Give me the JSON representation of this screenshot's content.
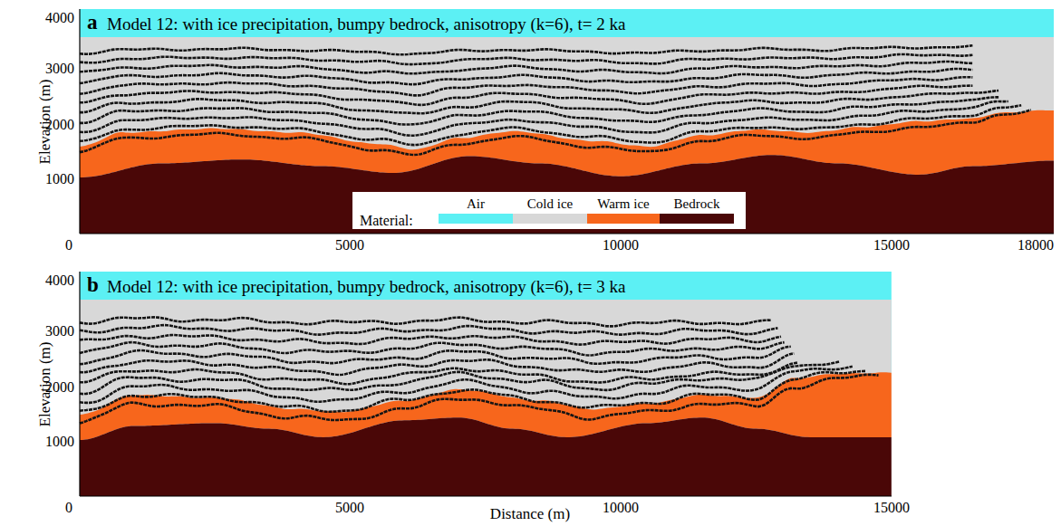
{
  "diagram": {
    "labels": [
      "a",
      "Model 12: with ice precipitation, bumpy bedrock, anisotropy (k=6), t= 2 ka",
      "Elevation (m)",
      "4000",
      "3000",
      "2000",
      "1000",
      "0",
      "5000",
      "10000",
      "15000",
      "18000",
      "Material:",
      "b",
      "Model 12: with ice precipitation, bumpy bedrock, anisotropy (k=6), t= 3 ka",
      "Elevation (m)",
      "4000",
      "3000",
      "2000",
      "1000",
      "0",
      "5000",
      "10000",
      "15000",
      "Distance (m)"
    ],
    "legend": [
      {
        "text": "Air",
        "color": "#5cf0f4"
      },
      {
        "text": "Cold ice",
        "color": "#d8d8d8"
      },
      {
        "text": "Warm ice",
        "color": "#f7661c"
      },
      {
        "text": "Bedrock",
        "color": "#4a0707"
      }
    ]
  }
}
